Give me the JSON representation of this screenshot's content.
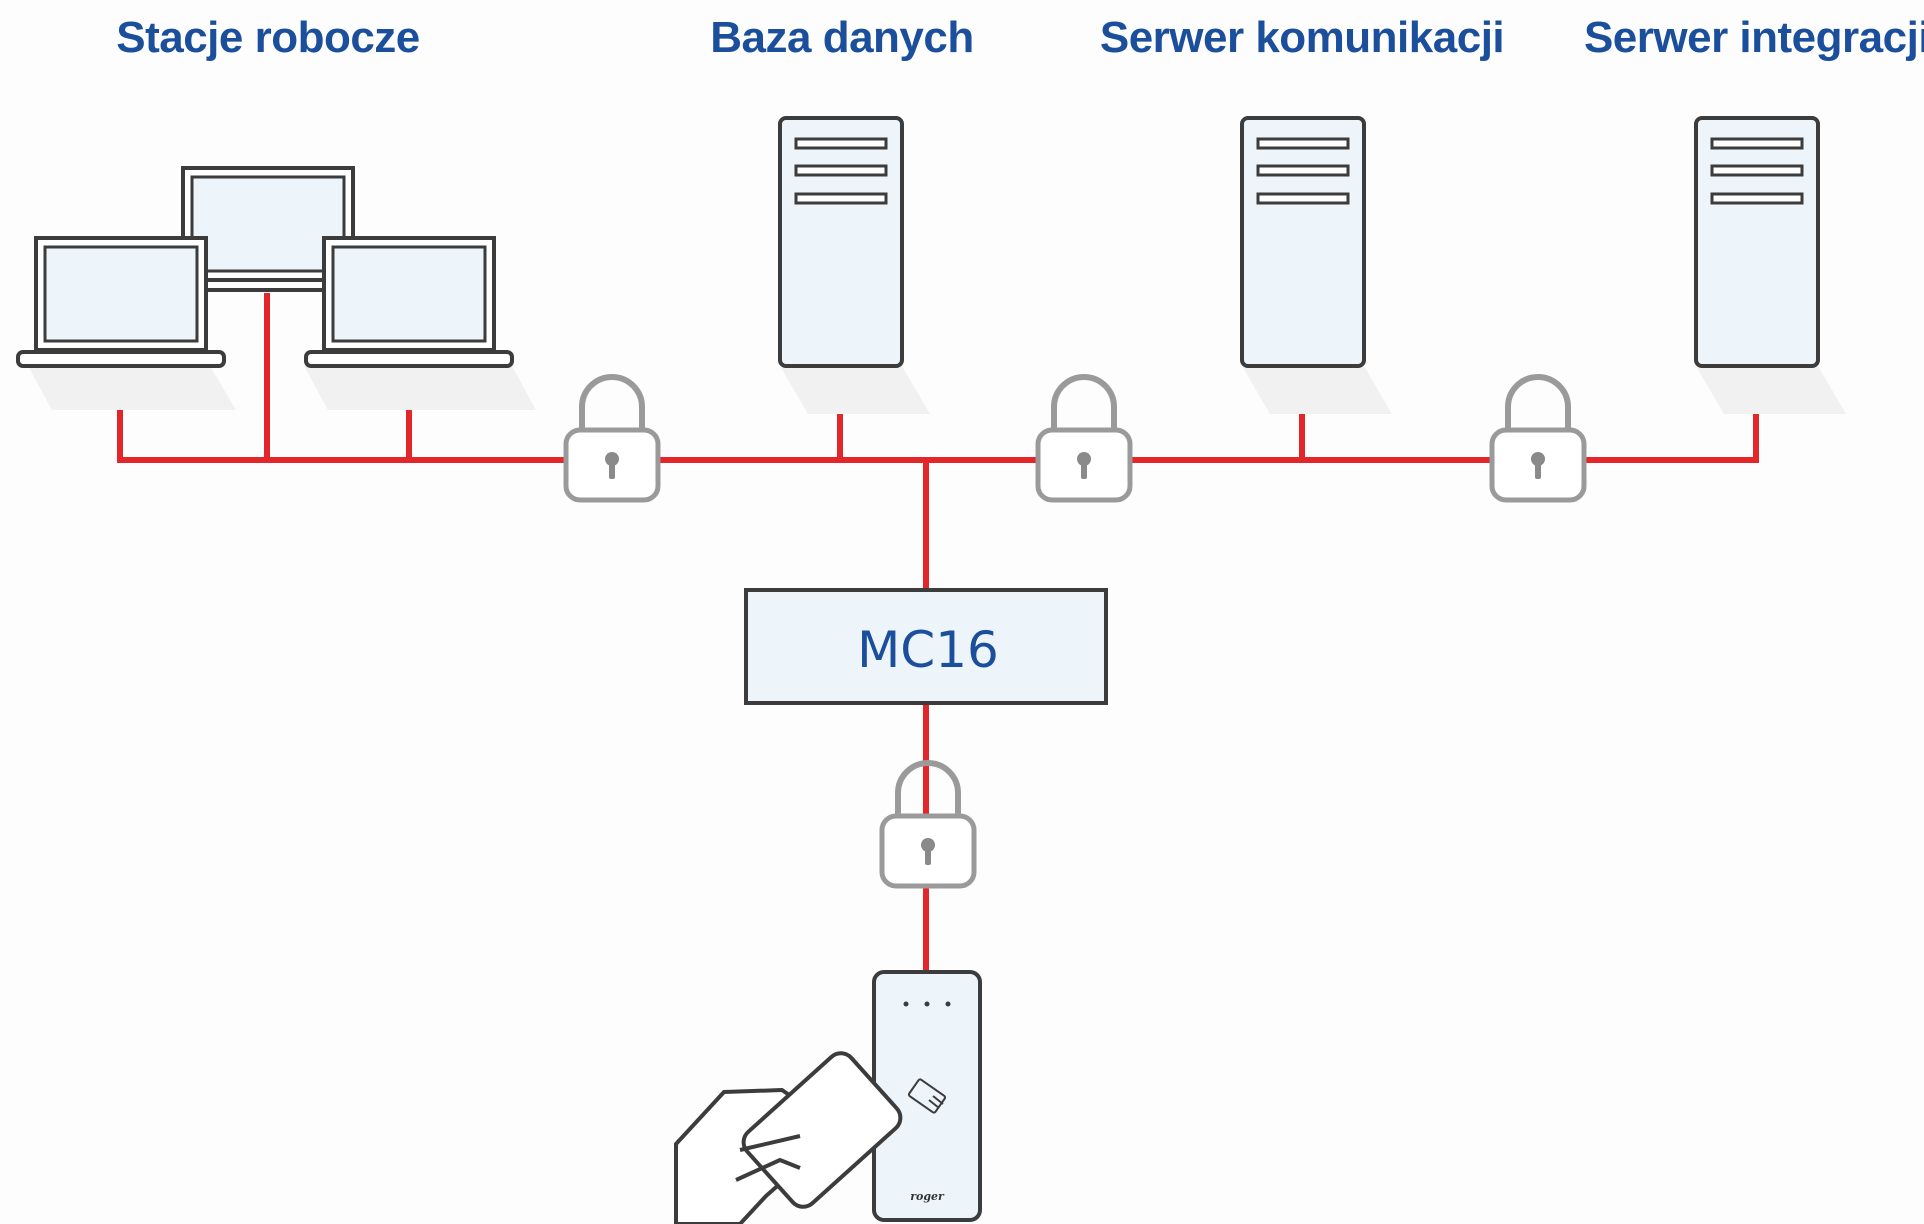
{
  "headings": {
    "workstations": "Stacje robocze",
    "database": "Baza danych",
    "comm_server": "Serwer komunikacji",
    "integration_server": "Serwer integracji"
  },
  "controller": {
    "label": "MC16"
  },
  "reader": {
    "brand": "roger"
  },
  "icons": [
    "laptop-icon",
    "server-tower-icon",
    "padlock-icon",
    "card-reader-icon",
    "hand-with-card-icon"
  ],
  "colors": {
    "connection_line": "#e3262a",
    "heading_text": "#1b4f9c",
    "device_fill": "#eef5fa",
    "padlock": "#9a9a9a"
  }
}
